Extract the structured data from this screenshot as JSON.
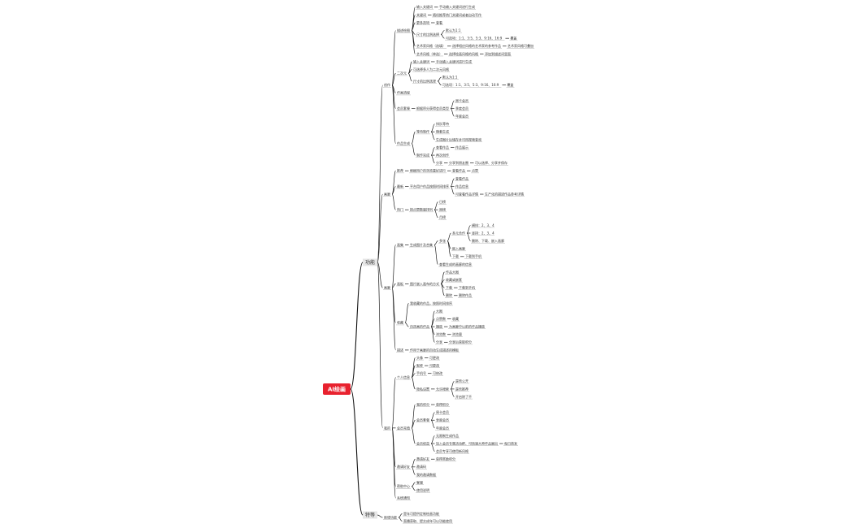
{
  "colors": {
    "root_bg": "#e8212e",
    "root_text": "#ffffff",
    "box_bg": "#e6e6e6",
    "line": "#222222",
    "text": "#333333"
  },
  "root": "AI绘画",
  "branches": [
    {
      "label": "功能",
      "groups": [
        {
          "label": "创作",
          "items": [
            {
              "label": "描述绘图",
              "items": [
                {
                  "label": "输入关键词",
                  "items": [
                    {
                      "label": "手动输入关键词进行生成"
                    }
                  ]
                },
                {
                  "label": "关键词",
                  "items": [
                    {
                      "label": "随机推荐热门关键词或者自动写作"
                    }
                  ]
                },
                {
                  "label": "更多选项",
                  "items": [
                    {
                      "label": "查看"
                    }
                  ]
                },
                {
                  "label": "尺寸的比例选择",
                  "items": [
                    {
                      "label": "默认为1:1"
                    },
                    {
                      "label": "可选项：1:1、3:5、5:3、9:16、16:9",
                      "items": [
                        {
                          "label": "覆盖"
                        }
                      ]
                    }
                  ]
                },
                {
                  "label": "艺术家风格（选填）",
                  "items": [
                    {
                      "label": "选择相应风格的艺术家的参考作品",
                      "items": [
                        {
                          "label": "艺术家风格可叠加"
                        }
                      ]
                    }
                  ]
                },
                {
                  "label": "艺术风格（单选）",
                  "items": [
                    {
                      "label": "选择绘画风格的风格",
                      "items": [
                        {
                          "label": "添加到描述词里面"
                        }
                      ]
                    }
                  ]
                }
              ]
            },
            {
              "label": "二次元",
              "items": [
                {
                  "label": "输入关键词",
                  "items": [
                    {
                      "label": "手动输入关键词进行生成"
                    }
                  ]
                },
                {
                  "label": "可选择多人为二次元风格"
                },
                {
                  "label": "尺寸的比例选择",
                  "items": [
                    {
                      "label": "默认为1:1"
                    },
                    {
                      "label": "可选项：1:1、3:5、5:3、9:16、16:9",
                      "items": [
                        {
                          "label": "覆盖"
                        }
                      ]
                    }
                  ]
                }
              ]
            },
            {
              "label": "作画流程"
            },
            {
              "label": "会员套餐",
              "items": [
                {
                  "label": "根据积分获得会员类型",
                  "items": [
                    {
                      "label": "周卡会员"
                    },
                    {
                      "label": "季度会员"
                    },
                    {
                      "label": "年度会员"
                    }
                  ]
                }
              ]
            },
            {
              "label": "作品生成",
              "items": [
                {
                  "label": "等待制作",
                  "items": [
                    {
                      "label": "排队等待"
                    },
                    {
                      "label": "随着生成"
                    },
                    {
                      "label": "生成图片后储存并可用视频查询"
                    }
                  ]
                },
                {
                  "label": "制作完成",
                  "items": [
                    {
                      "label": "查看作品",
                      "items": [
                        {
                          "label": "作品展示"
                        }
                      ]
                    },
                    {
                      "label": "再次创作"
                    },
                    {
                      "label": "分享",
                      "items": [
                        {
                          "label": "分享到朋友圈",
                          "items": [
                            {
                              "label": "可以选择、分享并保存"
                            }
                          ]
                        }
                      ]
                    }
                  ]
                }
              ]
            }
          ]
        },
        {
          "label": "画廊",
          "items": [
            {
              "label": "推荐",
              "items": [
                {
                  "label": "根据用户的浏览喜好进行",
                  "items": [
                    {
                      "label": "查看作品",
                      "items": [
                        {
                          "label": "点赞"
                        }
                      ]
                    }
                  ]
                }
              ]
            },
            {
              "label": "最新",
              "items": [
                {
                  "label": "平台用户作品按照时间排序",
                  "items": [
                    {
                      "label": "查看作品"
                    },
                    {
                      "label": "作品信息"
                    },
                    {
                      "label": "可查看作品详情",
                      "items": [
                        {
                          "label": "生产化的描述作品参考详情"
                        }
                      ]
                    }
                  ]
                }
              ]
            },
            {
              "label": "热门",
              "items": [
                {
                  "label": "按点赞数量排列",
                  "items": [
                    {
                      "label": "日榜"
                    },
                    {
                      "label": "周榜"
                    },
                    {
                      "label": "月榜"
                    }
                  ]
                }
              ]
            }
          ]
        },
        {
          "label": "画廊",
          "items": [
            {
              "label": "画集",
              "items": [
                {
                  "label": "生成图片及合集",
                  "items": [
                    {
                      "label": "多张",
                      "items": [
                        {
                          "label": "多元合作",
                          "items": [
                            {
                              "label": "横排：2、3、4"
                            },
                            {
                              "label": "竖排：2、3、4"
                            },
                            {
                              "label": "删除、下载、嵌入画廊"
                            }
                          ]
                        },
                        {
                          "label": "嵌入画廊"
                        },
                        {
                          "label": "下载",
                          "items": [
                            {
                              "label": "下载到手机"
                            }
                          ]
                        }
                      ]
                    },
                    {
                      "label": "查看生成的画廊的信息"
                    }
                  ]
                }
              ]
            },
            {
              "label": "画板",
              "items": [
                {
                  "label": "图片嵌入画布的方式",
                  "items": [
                    {
                      "label": "作品大图"
                    },
                    {
                      "label": "收藏或嵌套"
                    },
                    {
                      "label": "下载",
                      "items": [
                        {
                          "label": "下载到手机"
                        }
                      ]
                    },
                    {
                      "label": "删除",
                      "items": [
                        {
                          "label": "删除作品"
                        }
                      ]
                    }
                  ]
                }
              ]
            },
            {
              "label": "收藏",
              "items": [
                {
                  "label": "我收藏的作品，按照时间排序"
                },
                {
                  "label": "自选画的作品",
                  "items": [
                    {
                      "label": "大图"
                    },
                    {
                      "label": "点赞数",
                      "items": [
                        {
                          "label": "收藏"
                        }
                      ]
                    },
                    {
                      "label": "播放",
                      "items": [
                        {
                          "label": "为画廊中以前的作品播放"
                        }
                      ]
                    },
                    {
                      "label": "浏览数",
                      "items": [
                        {
                          "label": "浏览量"
                        }
                      ]
                    },
                    {
                      "label": "分享",
                      "items": [
                        {
                          "label": "分享后获取积分"
                        }
                      ]
                    }
                  ]
                }
              ]
            },
            {
              "label": "描述",
              "items": [
                {
                  "label": "作用于画廊的自动生成描述的模板"
                }
              ]
            }
          ]
        },
        {
          "label": "我的",
          "items": [
            {
              "label": "个人信息",
              "items": [
                {
                  "label": "头像",
                  "items": [
                    {
                      "label": "可更改"
                    }
                  ]
                },
                {
                  "label": "昵称",
                  "items": [
                    {
                      "label": "可更改"
                    }
                  ]
                },
                {
                  "label": "手机号",
                  "items": [
                    {
                      "label": "可修改"
                    }
                  ]
                },
                {
                  "label": "隐私设置",
                  "items": [
                    {
                      "label": "允许搜索",
                      "items": [
                        {
                          "label": "是否公开"
                        },
                        {
                          "label": "是否推荐"
                        },
                        {
                          "label": "开启除了不"
                        }
                      ]
                    }
                  ]
                }
              ]
            },
            {
              "label": "会员充值",
              "items": [
                {
                  "label": "我的积分",
                  "items": [
                    {
                      "label": "获得积分"
                    }
                  ]
                },
                {
                  "label": "会员套餐",
                  "items": [
                    {
                      "label": "周卡会员"
                    },
                    {
                      "label": "季度会员"
                    },
                    {
                      "label": "年度会员"
                    }
                  ]
                },
                {
                  "label": "会员权益",
                  "items": [
                    {
                      "label": "无限制生成作品"
                    },
                    {
                      "label": "加入会员专属活动群、可快速大师作品展出",
                      "items": [
                        {
                          "label": "每日首发"
                        }
                      ]
                    },
                    {
                      "label": "会员专享可使用新风格"
                    }
                  ]
                }
              ]
            },
            {
              "label": "邀请好友",
              "items": [
                {
                  "label": "邀请好友",
                  "items": [
                    {
                      "label": "获得奖励积分"
                    }
                  ]
                },
                {
                  "label": "邀请码"
                },
                {
                  "label": "我的邀请数据"
                }
              ]
            },
            {
              "label": "帮助中心",
              "items": [
                {
                  "label": "客服"
                },
                {
                  "label": "使用说明"
                }
              ]
            },
            {
              "label": "系统通知"
            }
          ]
        }
      ]
    },
    {
      "label": "特等",
      "groups": [
        {
          "label": "新增功能",
          "items": [
            {
              "label": "是年可提供定制绘画功能"
            },
            {
              "label": "直播获取、提交成年可以功能使用"
            }
          ]
        }
      ]
    }
  ]
}
